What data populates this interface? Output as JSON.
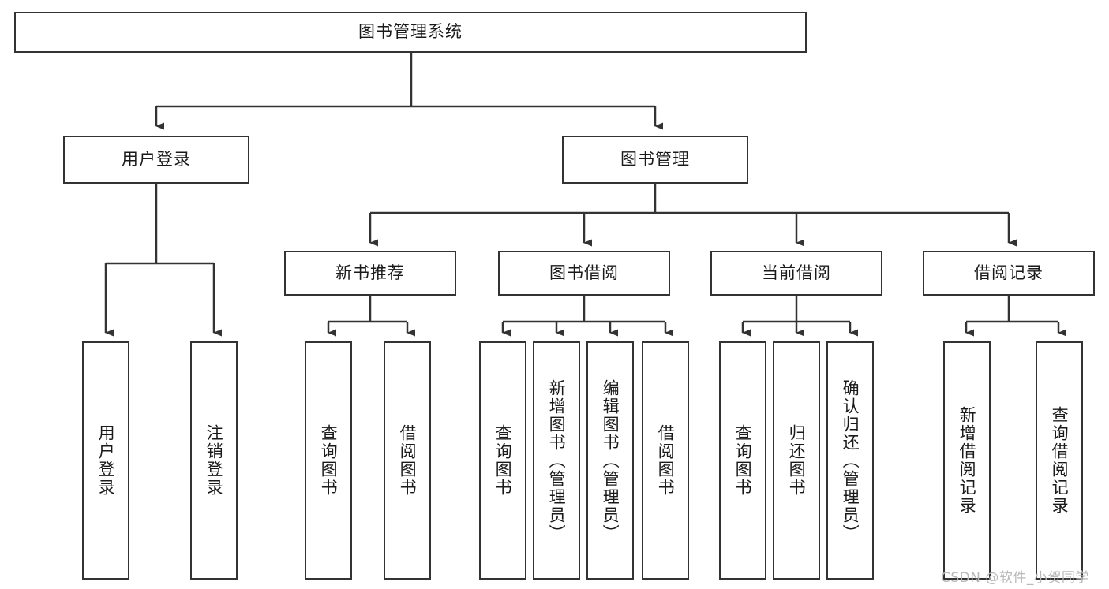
{
  "diagram": {
    "type": "tree-hierarchy-diagram",
    "title": "图书管理系统",
    "theme": {
      "stroke": "#333333",
      "fill": "#ffffff",
      "text": "#1a1a1a",
      "watermark_color": "#b9b9b9"
    },
    "root": {
      "id": "root",
      "label": "图书管理系统",
      "orientation": "horizontal"
    },
    "level2": [
      {
        "id": "user-login",
        "label": "用户登录",
        "orientation": "horizontal"
      },
      {
        "id": "book-management",
        "label": "图书管理",
        "orientation": "horizontal"
      }
    ],
    "level3": [
      {
        "id": "new-book-recommend",
        "label": "新书推荐",
        "orientation": "horizontal",
        "parent": "book-management"
      },
      {
        "id": "book-borrow",
        "label": "图书借阅",
        "orientation": "horizontal",
        "parent": "book-management"
      },
      {
        "id": "current-borrow",
        "label": "当前借阅",
        "orientation": "horizontal",
        "parent": "book-management"
      },
      {
        "id": "borrow-record",
        "label": "借阅记录",
        "orientation": "horizontal",
        "parent": "book-management"
      }
    ],
    "leaves": [
      {
        "id": "leaf-user-login",
        "label": "用户登录",
        "orientation": "vertical",
        "parent": "user-login"
      },
      {
        "id": "leaf-logout",
        "label": "注销登录",
        "orientation": "vertical",
        "parent": "user-login"
      },
      {
        "id": "leaf-query-book-1",
        "label": "查询图书",
        "orientation": "vertical",
        "parent": "new-book-recommend"
      },
      {
        "id": "leaf-borrow-book-1",
        "label": "借阅图书",
        "orientation": "vertical",
        "parent": "new-book-recommend"
      },
      {
        "id": "leaf-query-book-2",
        "label": "查询图书",
        "orientation": "vertical",
        "parent": "book-borrow"
      },
      {
        "id": "leaf-add-book",
        "label": "新增图书（管理员）",
        "orientation": "vertical",
        "parent": "book-borrow"
      },
      {
        "id": "leaf-edit-book",
        "label": "编辑图书（管理员）",
        "orientation": "vertical",
        "parent": "book-borrow"
      },
      {
        "id": "leaf-borrow-book-2",
        "label": "借阅图书",
        "orientation": "vertical",
        "parent": "book-borrow"
      },
      {
        "id": "leaf-query-book-3",
        "label": "查询图书",
        "orientation": "vertical",
        "parent": "current-borrow"
      },
      {
        "id": "leaf-return-book",
        "label": "归还图书",
        "orientation": "vertical",
        "parent": "current-borrow"
      },
      {
        "id": "leaf-confirm-return",
        "label": "确认归还（管理员）",
        "orientation": "vertical",
        "parent": "current-borrow"
      },
      {
        "id": "leaf-add-record",
        "label": "新增借阅记录",
        "orientation": "vertical",
        "parent": "borrow-record"
      },
      {
        "id": "leaf-query-record",
        "label": "查询借阅记录",
        "orientation": "vertical",
        "parent": "borrow-record"
      }
    ]
  },
  "watermark": {
    "text": "CSDN @软件_小贺同学"
  }
}
